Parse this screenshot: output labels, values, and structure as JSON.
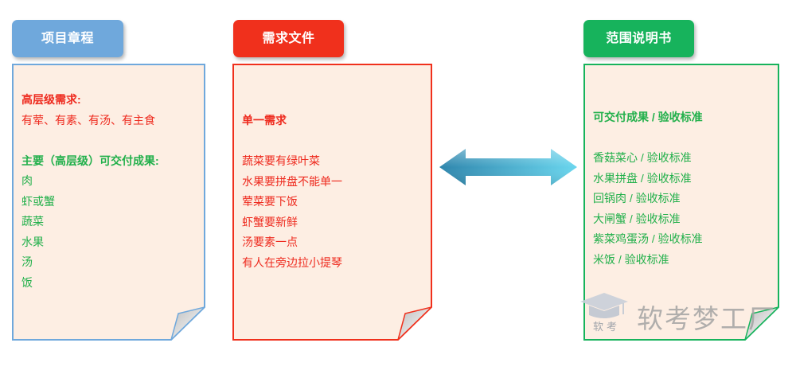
{
  "charter": {
    "label": "项目章程",
    "high_level_title": "高层级需求:",
    "high_level_text": "有荤、有素、有汤、有主食",
    "deliverables_title": "主要（高层级）可交付成果:",
    "deliverables": [
      "肉",
      "虾或蟹",
      "蔬菜",
      "水果",
      "汤",
      "饭"
    ]
  },
  "requirements_doc": {
    "label": "需求文件",
    "title": "单一需求",
    "items": [
      "蔬菜要有绿叶菜",
      "水果要拼盘不能单一",
      "荤菜要下饭",
      "虾蟹要新鲜",
      "汤要素一点",
      "有人在旁边拉小提琴"
    ]
  },
  "scope_statement": {
    "label": "范围说明书",
    "title": "可交付成果 / 验收标准",
    "items": [
      "香菇菜心 / 验收标准",
      "水果拼盘 / 验收标准",
      "回锅肉 / 验收标准",
      "大闸蟹 / 验收标准",
      "紫菜鸡蛋汤 / 验收标准",
      "米饭 / 验收标准"
    ]
  },
  "watermark": {
    "logo_text": "软考",
    "brand": "软考梦工厂"
  },
  "icons": {
    "connector": "double-arrow-icon",
    "logo": "graduation-cap-icon"
  },
  "colors": {
    "charter": "#6fa8dc",
    "requirements": "#f0301c",
    "scope": "#17b35c",
    "card_fill": "#fdeee3",
    "red_text": "#ee2a1e",
    "green_text": "#22b04b"
  }
}
